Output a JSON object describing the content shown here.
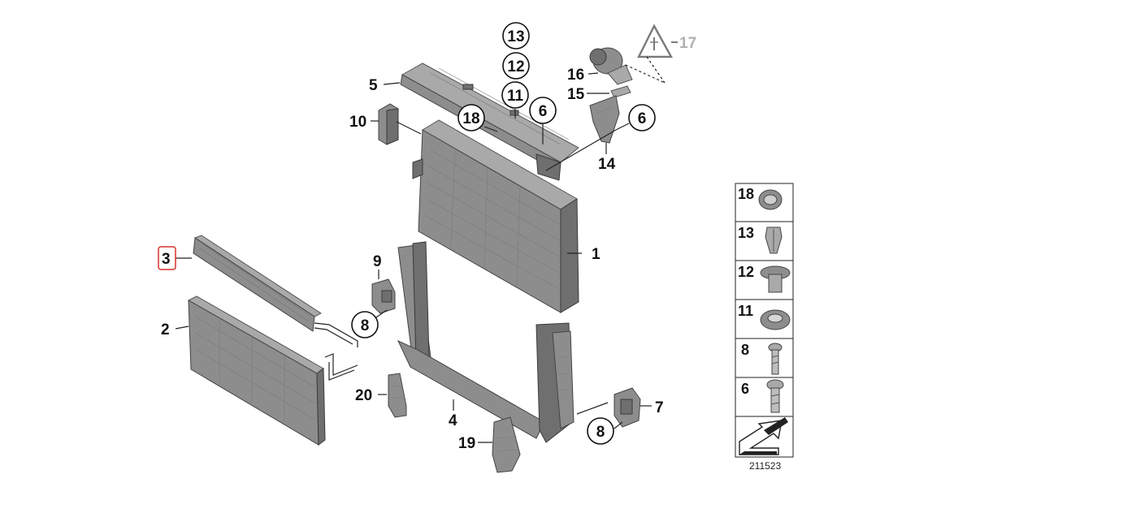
{
  "callouts": {
    "c1": "1",
    "c2": "2",
    "c3": "3",
    "c4": "4",
    "c5": "5",
    "c6a": "6",
    "c6b": "6",
    "c7": "7",
    "c8a": "8",
    "c8b": "8",
    "c9": "9",
    "c10": "10",
    "c11": "11",
    "c12": "12",
    "c13": "13",
    "c14": "14",
    "c15": "15",
    "c16": "16",
    "c17": "17",
    "c18": "18",
    "c19": "19",
    "c20": "20"
  },
  "highlighted_part": "3",
  "side_panel": {
    "items": [
      "18",
      "13",
      "12",
      "11",
      "8",
      "6"
    ]
  },
  "diagram_id": "211523",
  "colors": {
    "highlight": "#d9302c",
    "part": "#8d8d8d",
    "warning_grey": "#b0b0b0"
  }
}
